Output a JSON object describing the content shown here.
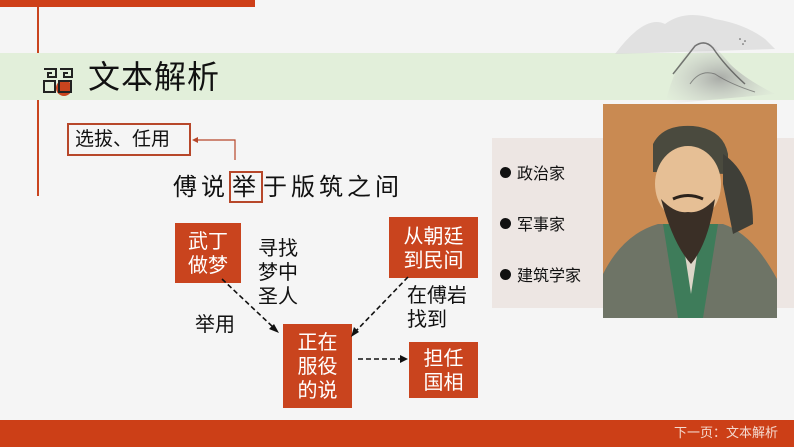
{
  "header": {
    "title": "文本解析",
    "icon": "chinese-pattern-icon"
  },
  "annotation": {
    "definition": "选拔、任用"
  },
  "sentence": {
    "before": "傅说",
    "highlight": "举",
    "after": "于版筑之间"
  },
  "diagram": {
    "nodes": [
      {
        "id": "wuding",
        "line1": "武丁",
        "line2": "做梦"
      },
      {
        "id": "court",
        "line1": "从朝廷",
        "line2": "到民间"
      },
      {
        "id": "fuyue",
        "line1": "正在",
        "line2": "服役",
        "line3": "的说"
      },
      {
        "id": "minister",
        "line1": "担任",
        "line2": "国相"
      }
    ],
    "labels": {
      "seek_line1": "寻找",
      "seek_line2": "梦中",
      "seek_line3": "圣人",
      "promote": "举用",
      "found_line1": "在傅岩",
      "found_line2": "找到"
    }
  },
  "profile": {
    "roles": [
      "政治家",
      "军事家",
      "建筑学家"
    ],
    "portrait": "portrait-of-fu-yue"
  },
  "footer": {
    "next_link": "下一页：文本解析"
  },
  "colors": {
    "accent": "#C9441E",
    "title_band": "#E2EFDA",
    "panel": "#EDE6E3",
    "footer": "#CC3F17"
  }
}
